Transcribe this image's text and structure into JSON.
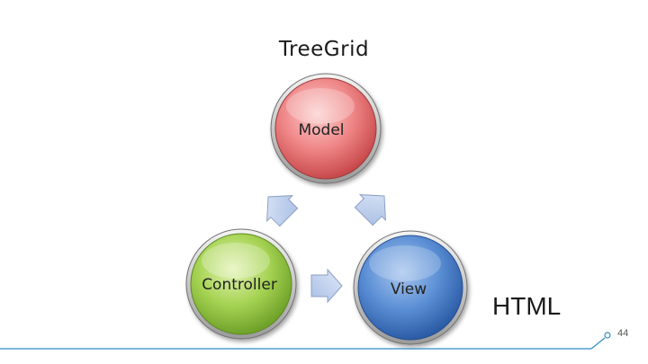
{
  "title": "TreeGrid",
  "nodes": {
    "model": {
      "label": "Model",
      "color": "#e25a5a"
    },
    "controller": {
      "label": "Controller",
      "color": "#8fc63a"
    },
    "view": {
      "label": "View",
      "color": "#3e6fb8"
    }
  },
  "side_label": "HTML",
  "page_number": "44",
  "accent_color": "#2a8ac4"
}
